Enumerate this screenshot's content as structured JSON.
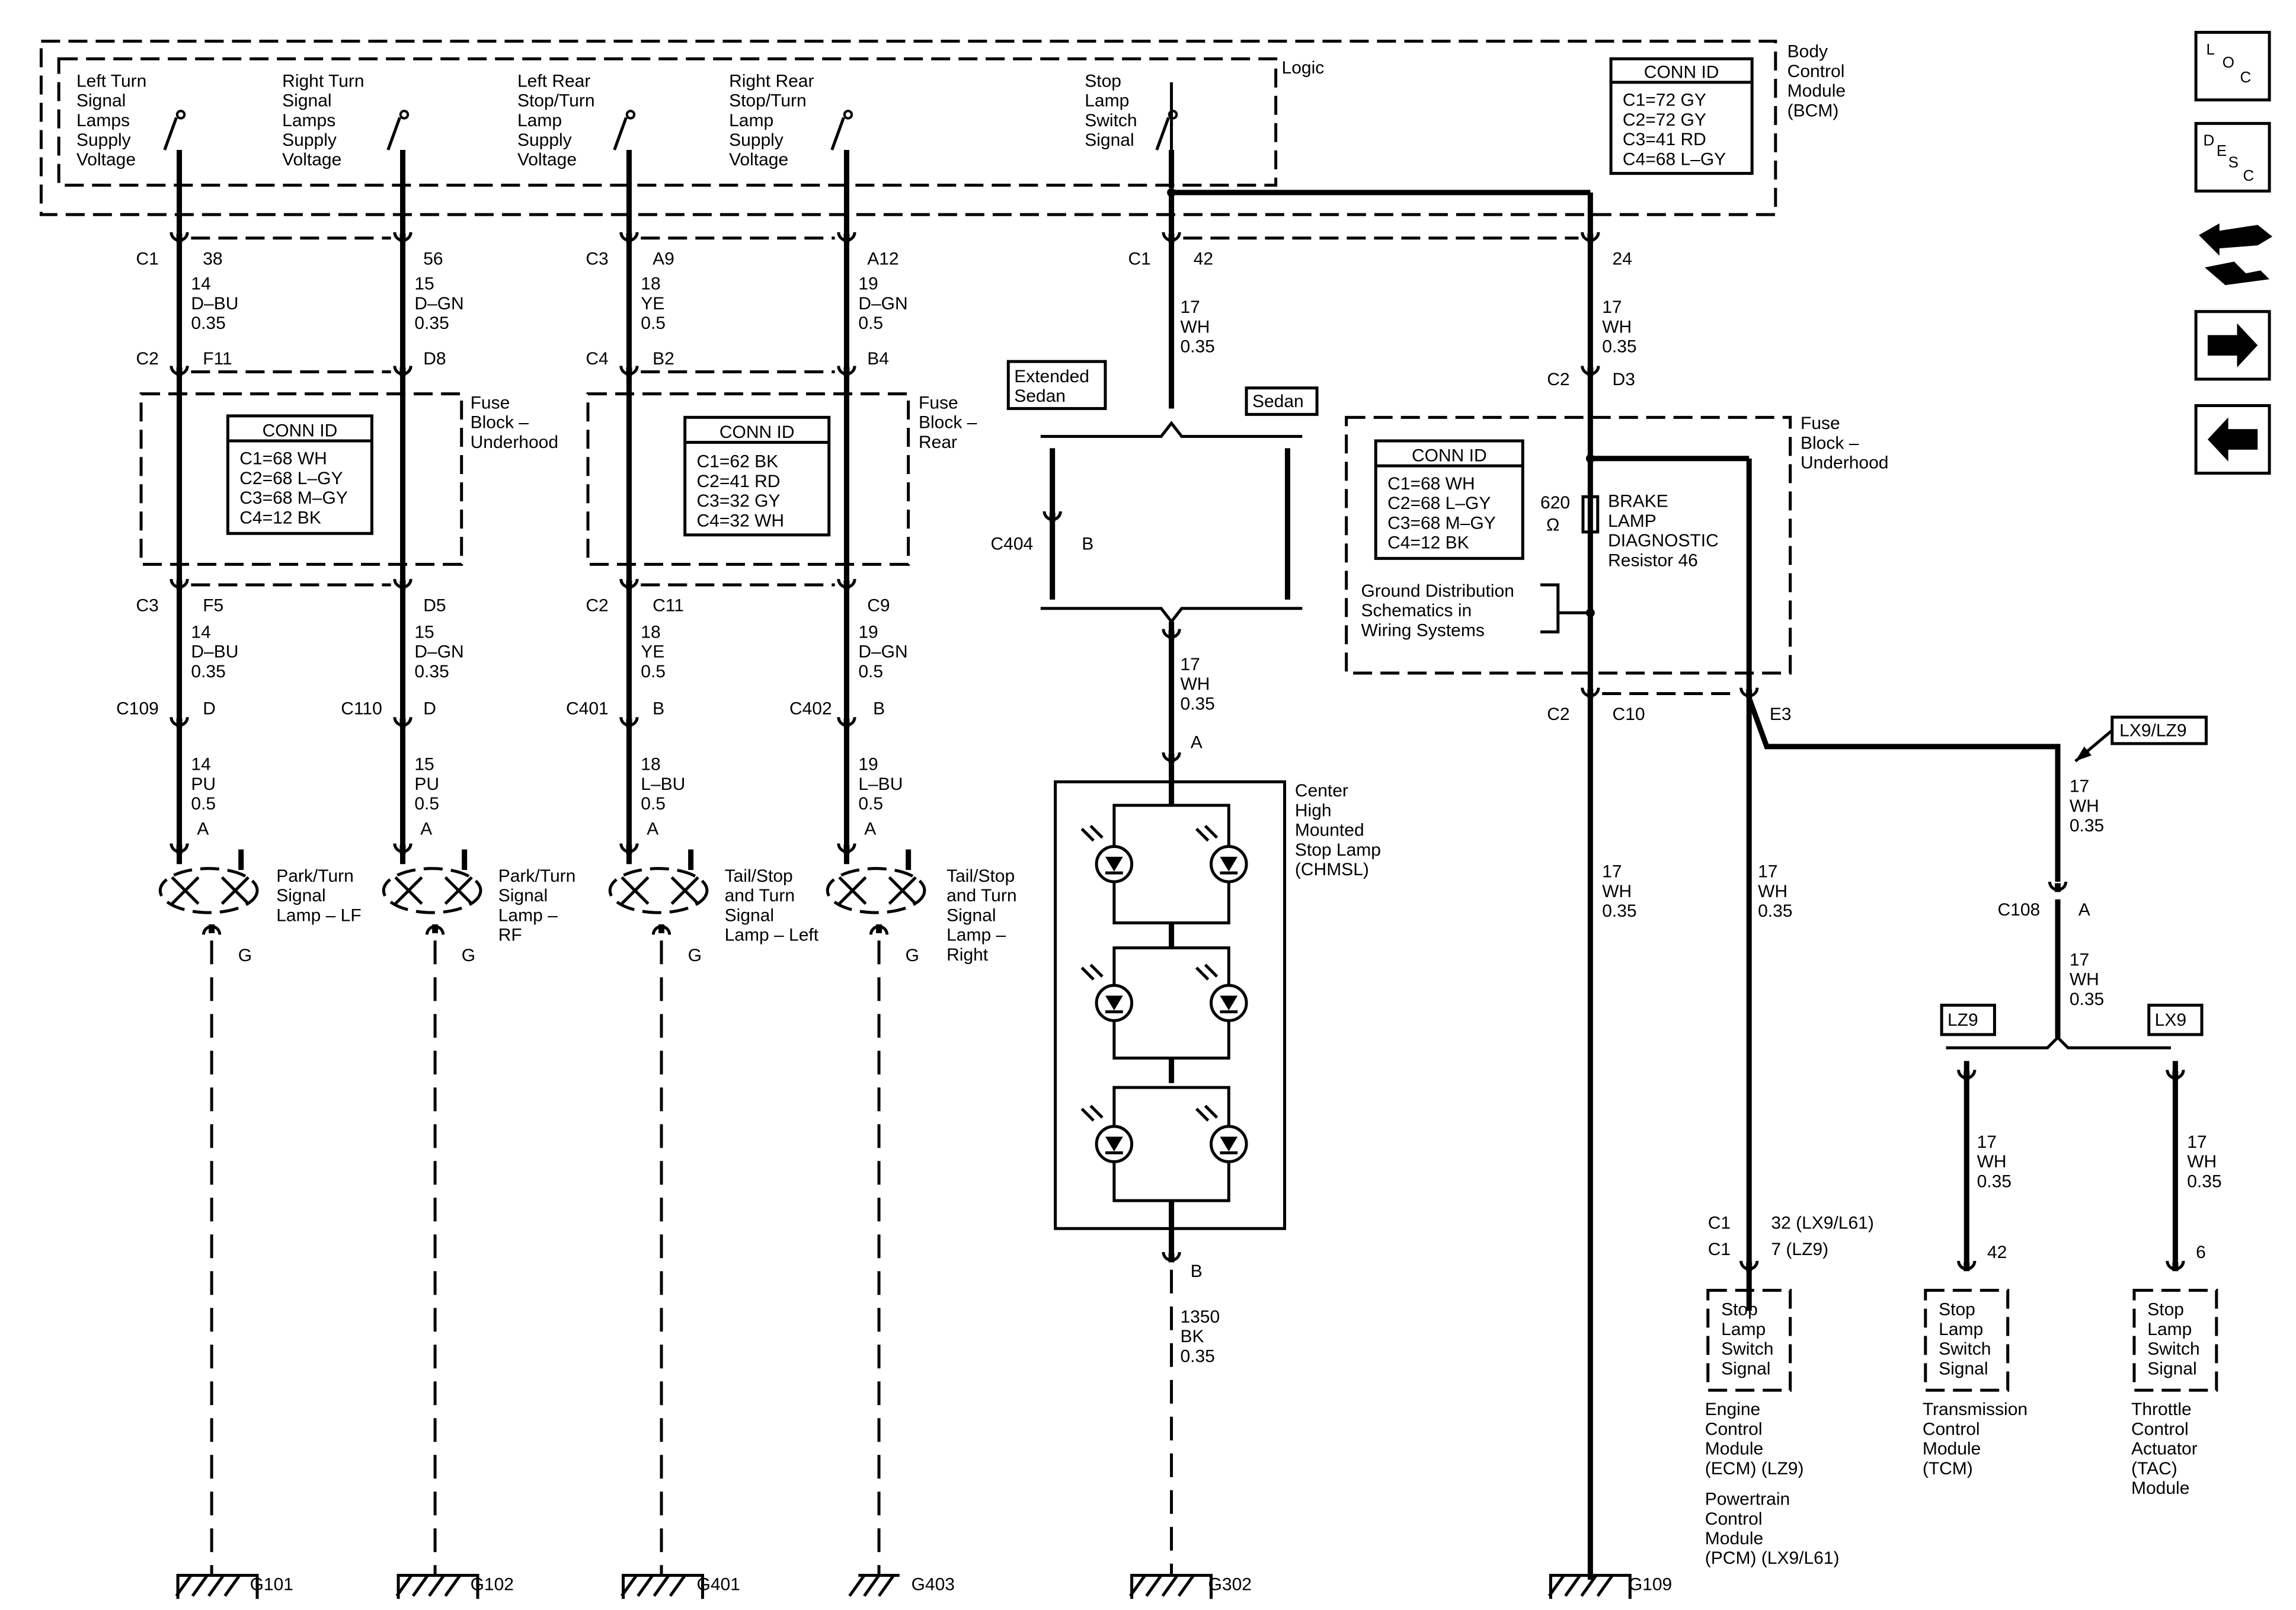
{
  "bcm": {
    "label": "Logic",
    "module": [
      "Body",
      "Control",
      "Module",
      "(BCM)"
    ],
    "conn_title": "CONN ID",
    "conn": [
      "C1=72 GY",
      "C2=72 GY",
      "C3=41 RD",
      "C4=68 L–GY"
    ]
  },
  "inputs": {
    "i1": [
      "Left Turn",
      "Signal",
      "Lamps",
      "Supply",
      "Voltage"
    ],
    "i2": [
      "Right Turn",
      "Signal",
      "Lamps",
      "Supply",
      "Voltage"
    ],
    "i3": [
      "Left Rear",
      "Stop/Turn",
      "Lamp",
      "Supply",
      "Voltage"
    ],
    "i4": [
      "Right Rear",
      "Stop/Turn",
      "Lamp",
      "Supply",
      "Voltage"
    ],
    "i5": [
      "Stop",
      "Lamp",
      "Switch",
      "Signal"
    ]
  },
  "fb_u": {
    "name": [
      "Fuse",
      "Block –",
      "Underhood"
    ],
    "conn_title": "CONN ID",
    "conn": [
      "C1=68 WH",
      "C2=68 L–GY",
      "C3=68 M–GY",
      "C4=12 BK"
    ]
  },
  "fb_r": {
    "name": [
      "Fuse",
      "Block –",
      "Rear"
    ],
    "conn_title": "CONN ID",
    "conn": [
      "C1=62 BK",
      "C2=41 RD",
      "C3=32 GY",
      "C4=32 WH"
    ]
  },
  "fb_u2": {
    "name": [
      "Fuse",
      "Block –",
      "Underhood"
    ],
    "conn_title": "CONN ID",
    "conn": [
      "C1=68 WH",
      "C2=68 L–GY",
      "C3=68 M–GY",
      "C4=12 BK"
    ]
  },
  "c1_1": {
    "conn": "C1",
    "pin": "38",
    "wire": [
      "14",
      "D–BU",
      "0.35"
    ]
  },
  "c1_2": {
    "pin": "56",
    "wire": [
      "15",
      "D–GN",
      "0.35"
    ]
  },
  "c1_3": {
    "conn": "C3",
    "pin": "A9",
    "wire": [
      "18",
      "YE",
      "0.5"
    ]
  },
  "c1_4": {
    "pin": "A12",
    "wire": [
      "19",
      "D–GN",
      "0.5"
    ]
  },
  "c1_5": {
    "conn": "C1",
    "pin": "42",
    "wire": [
      "17",
      "WH",
      "0.35"
    ]
  },
  "c1_6": {
    "pin": "24",
    "wire": [
      "17",
      "WH",
      "0.35"
    ]
  },
  "c2_1": {
    "conn": "C2",
    "pin": "F11"
  },
  "c2_2": {
    "pin": "D8"
  },
  "c2_3": {
    "conn": "C4",
    "pin": "B2"
  },
  "c2_4": {
    "pin": "B4"
  },
  "c2_6": {
    "conn": "C2",
    "pin": "D3"
  },
  "c3_1": {
    "conn": "C3",
    "pin": "F5",
    "wire": [
      "14",
      "D–BU",
      "0.35"
    ]
  },
  "c3_2": {
    "pin": "D5",
    "wire": [
      "15",
      "D–GN",
      "0.35"
    ]
  },
  "c3_3": {
    "conn": "C2",
    "pin": "C11",
    "wire": [
      "18",
      "YE",
      "0.5"
    ]
  },
  "c3_4": {
    "pin": "C9",
    "wire": [
      "19",
      "D–GN",
      "0.5"
    ]
  },
  "c4_1": {
    "conn": "C109",
    "pin": "D",
    "wire": [
      "14",
      "PU",
      "0.5"
    ]
  },
  "c4_2": {
    "conn": "C110",
    "pin": "D",
    "wire": [
      "15",
      "PU",
      "0.5"
    ]
  },
  "c4_3": {
    "conn": "C401",
    "pin": "B",
    "wire": [
      "18",
      "L–BU",
      "0.5"
    ]
  },
  "c4_4": {
    "conn": "C402",
    "pin": "B",
    "wire": [
      "19",
      "L–BU",
      "0.5"
    ]
  },
  "lamps": {
    "l1": {
      "pin_a": "A",
      "pin_g": "G",
      "name": [
        "Park/Turn",
        "Signal",
        "Lamp – LF"
      ],
      "ground": "G101"
    },
    "l2": {
      "pin_a": "A",
      "pin_g": "G",
      "name": [
        "Park/Turn",
        "Signal",
        "Lamp –",
        "RF"
      ],
      "ground": "G102"
    },
    "l3": {
      "pin_a": "A",
      "pin_g": "G",
      "name": [
        "Tail/Stop",
        "and Turn",
        "Signal",
        "Lamp – Left"
      ],
      "ground": "G401"
    },
    "l4": {
      "pin_a": "A",
      "pin_g": "G",
      "name": [
        "Tail/Stop",
        "and Turn",
        "Signal",
        "Lamp –",
        "Right"
      ],
      "ground": "G403"
    }
  },
  "chmsl": {
    "opt_ext": [
      "Extended",
      "Sedan"
    ],
    "opt_sedan": "Sedan",
    "c404": "C404",
    "c404_pin": "B",
    "wire": [
      "17",
      "WH",
      "0.35"
    ],
    "pin_a": "A",
    "pin_b": "B",
    "name": [
      "Center",
      "High",
      "Mounted",
      "Stop Lamp",
      "(CHMSL)"
    ],
    "gwire": [
      "1350",
      "BK",
      "0.35"
    ],
    "ground": "G302"
  },
  "diag": {
    "value": "620",
    "unit": "Ω",
    "name": [
      "BRAKE",
      "LAMP",
      "DIAGNOSTIC",
      "Resistor 46"
    ],
    "ground_ref": [
      "Ground Distribution",
      "Schematics in",
      "Wiring Systems"
    ]
  },
  "c10": {
    "conn": "C2",
    "pin": "C10",
    "pin2": "E3",
    "wire": [
      "17",
      "WH",
      "0.35"
    ],
    "ground": "G109"
  },
  "ecm": {
    "wire": [
      "17",
      "WH",
      "0.35"
    ],
    "conn1": "C1",
    "pin1": "32 (LX9/L61)",
    "conn2": "C1",
    "pin2": "7 (LZ9)",
    "box": [
      "Stop",
      "Lamp",
      "Switch",
      "Signal"
    ],
    "name": [
      "Engine",
      "Control",
      "Module",
      "(ECM) (LZ9)"
    ],
    "name2": [
      "Powertrain",
      "Control",
      "Module",
      "(PCM) (LX9/L61)"
    ]
  },
  "lx9": {
    "flag": "LX9/LZ9",
    "wire": [
      "17",
      "WH",
      "0.35"
    ],
    "c108": "C108",
    "c108_pin": "A",
    "wire2": [
      "17",
      "WH",
      "0.35"
    ],
    "opt_lz9": "LZ9",
    "opt_lx9": "LX9"
  },
  "tcm": {
    "wire": [
      "17",
      "WH",
      "0.35"
    ],
    "pin": "42",
    "box": [
      "Stop",
      "Lamp",
      "Switch",
      "Signal"
    ],
    "name": [
      "Transmission",
      "Control",
      "Module",
      "(TCM)"
    ]
  },
  "tac": {
    "wire": [
      "17",
      "WH",
      "0.35"
    ],
    "pin": "6",
    "box": [
      "Stop",
      "Lamp",
      "Switch",
      "Signal"
    ],
    "name": [
      "Throttle",
      "Control",
      "Actuator",
      "(TAC)",
      "Module"
    ]
  },
  "nav": {
    "loc": [
      "L",
      "O",
      "C"
    ],
    "desc": [
      "D",
      "E",
      "S",
      "C"
    ]
  }
}
